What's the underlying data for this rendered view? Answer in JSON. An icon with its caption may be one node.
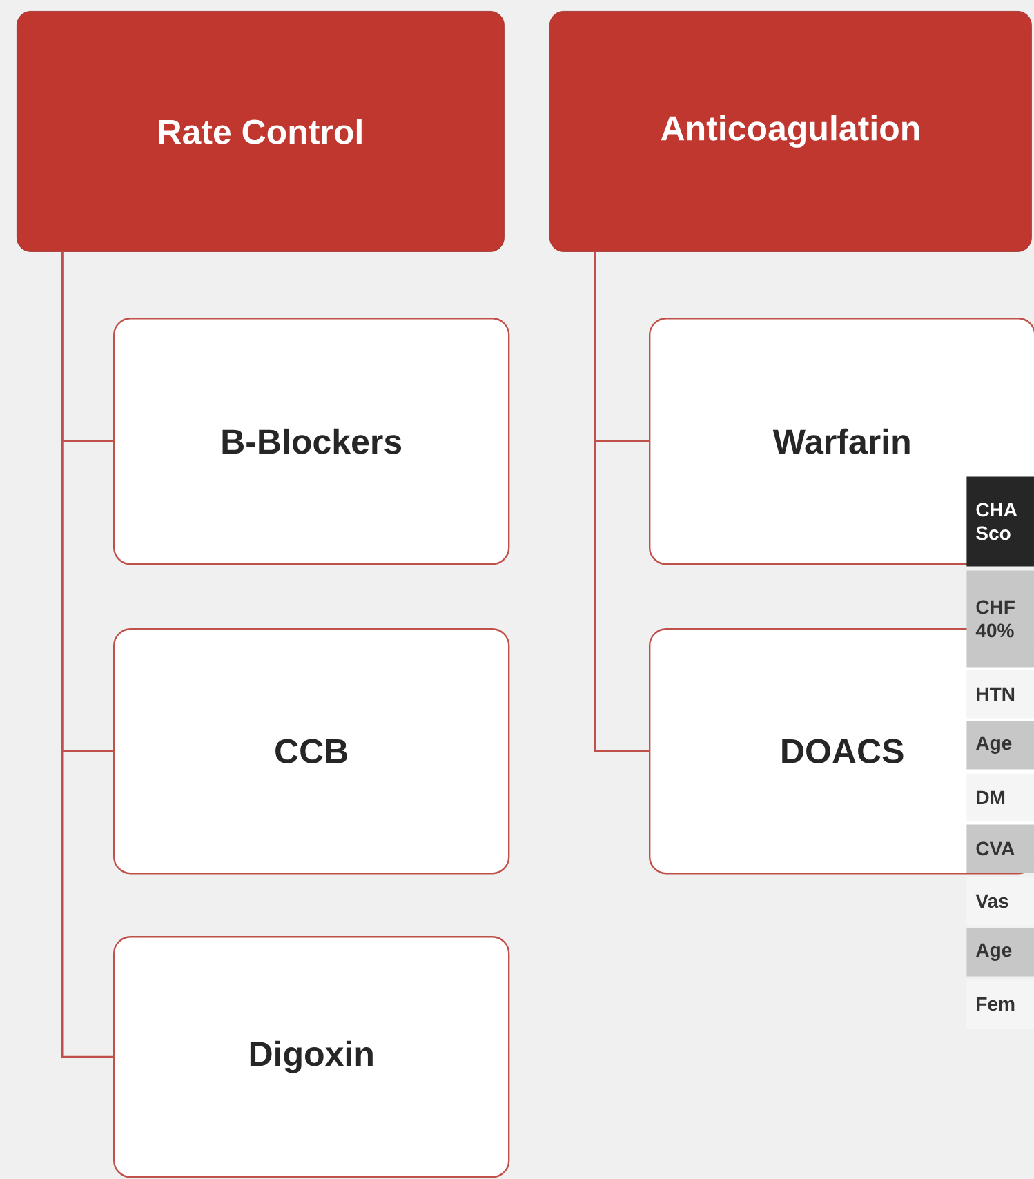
{
  "diagram": {
    "nodes": [
      {
        "text": [
          "Rate Control"
        ]
      },
      {
        "text": [
          "B-Blockers"
        ]
      },
      {
        "text": [
          "CCB"
        ]
      },
      {
        "text": [
          "Digoxin"
        ]
      },
      {
        "text": [
          "Anticoagulation"
        ]
      },
      {
        "text": [
          "Warfarin"
        ]
      },
      {
        "text": [
          "DOACS"
        ]
      }
    ],
    "edges": [
      {
        "from": 0,
        "to": 1,
        "arrow": "none"
      },
      {
        "from": 0,
        "to": 2,
        "arrow": "none"
      },
      {
        "from": 0,
        "to": 3,
        "arrow": "none"
      },
      {
        "from": 4,
        "to": 5,
        "arrow": "none"
      },
      {
        "from": 4,
        "to": 6,
        "arrow": "none"
      }
    ],
    "labels": [
      "CHA Sco",
      "CHF 40%",
      "HTN",
      "Age",
      "DM",
      "CVA",
      "Vas",
      "Age",
      "Fem"
    ]
  }
}
